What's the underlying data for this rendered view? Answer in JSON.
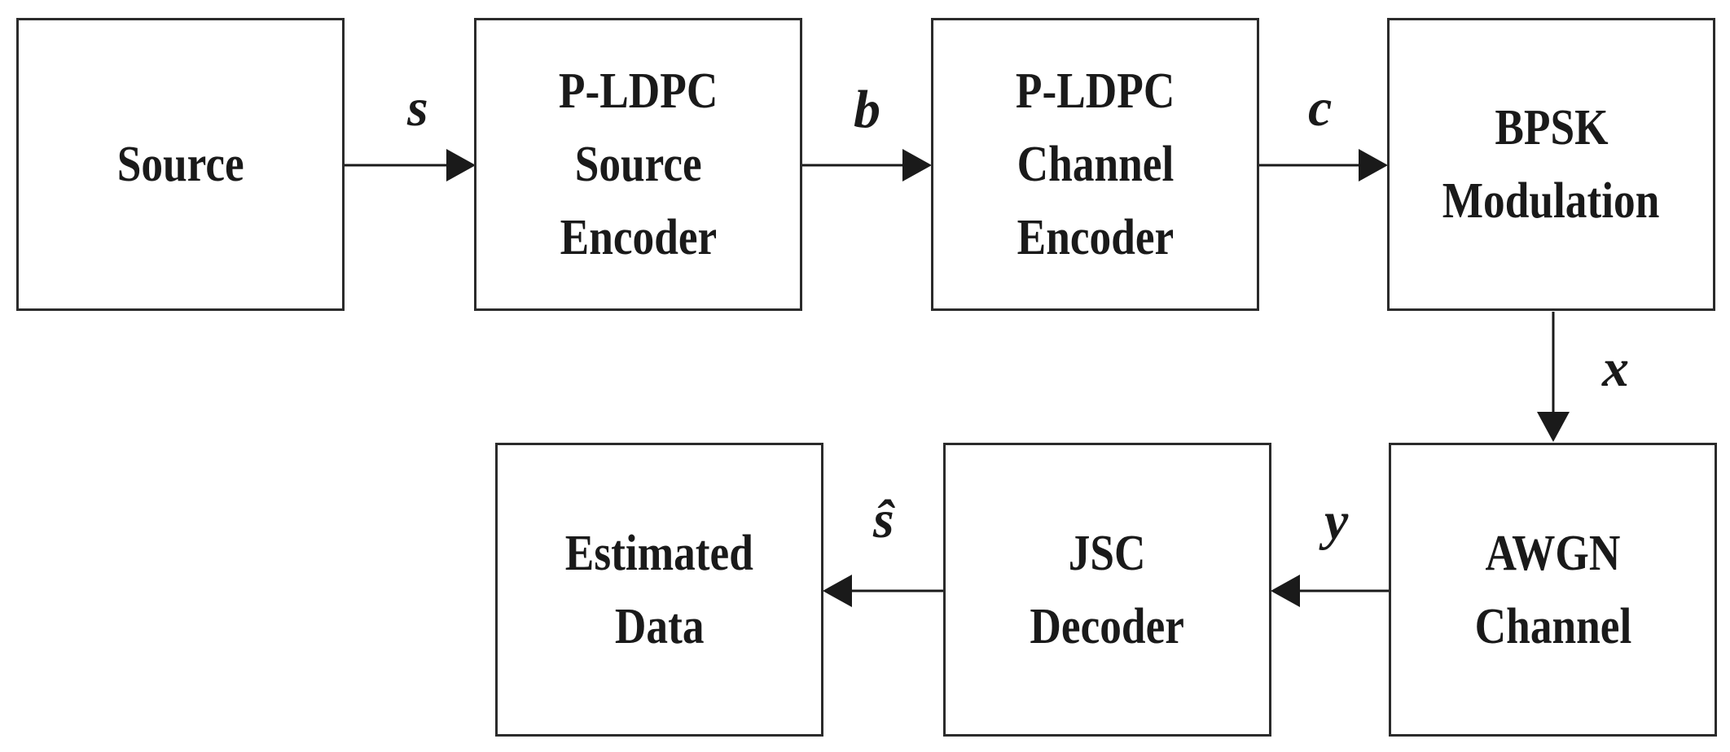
{
  "blocks": {
    "source": {
      "lines": [
        "Source"
      ]
    },
    "source_encoder": {
      "lines": [
        "P-LDPC",
        "Source",
        "Encoder"
      ]
    },
    "channel_encoder": {
      "lines": [
        "P-LDPC",
        "Channel",
        "Encoder"
      ]
    },
    "bpsk_modulation": {
      "lines": [
        "BPSK",
        "Modulation"
      ]
    },
    "awgn_channel": {
      "lines": [
        "AWGN",
        "Channel"
      ]
    },
    "jsc_decoder": {
      "lines": [
        "JSC",
        "Decoder"
      ]
    },
    "estimated_data": {
      "lines": [
        "Estimated",
        "Data"
      ]
    }
  },
  "signals": {
    "s": "s",
    "b": "b",
    "c": "c",
    "x": "x",
    "y": "y",
    "s_hat": "ŝ"
  },
  "colors": {
    "line": "#2b2b2b",
    "text": "#1a1a1a",
    "background": "#ffffff"
  }
}
